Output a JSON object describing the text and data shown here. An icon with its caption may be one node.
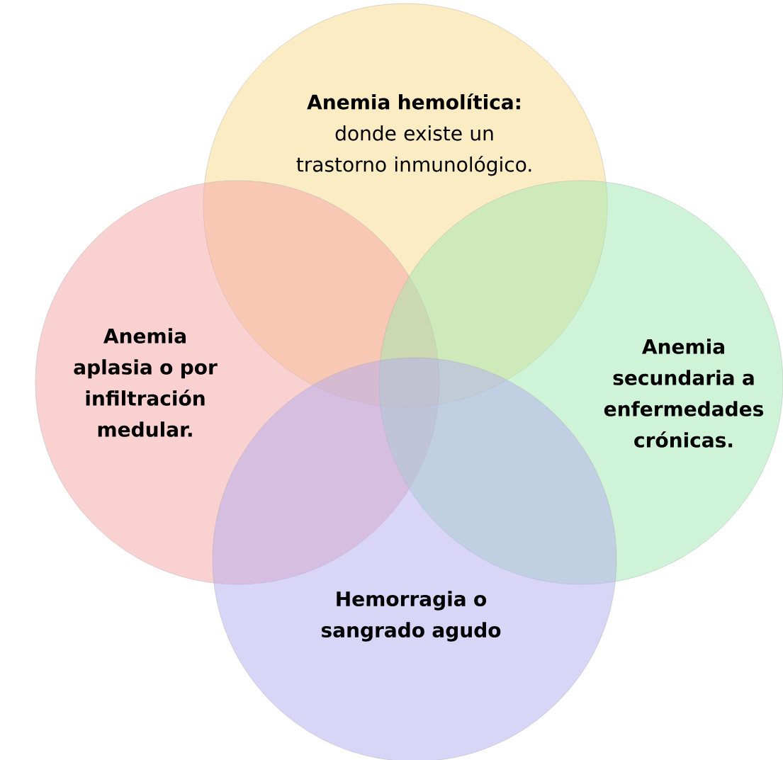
{
  "diagram": {
    "nodes": [
      {
        "text": [
          "Anemia hemolítica:",
          "donde existe un trastorno inmunológico."
        ]
      },
      {
        "text": [
          "Anemia aplasia o por infiltración medular."
        ]
      },
      {
        "text": [
          "Anemia secundaria a enfermedades crónicas."
        ]
      },
      {
        "text": [
          "Hemorragia o sangrado agudo"
        ]
      }
    ]
  }
}
